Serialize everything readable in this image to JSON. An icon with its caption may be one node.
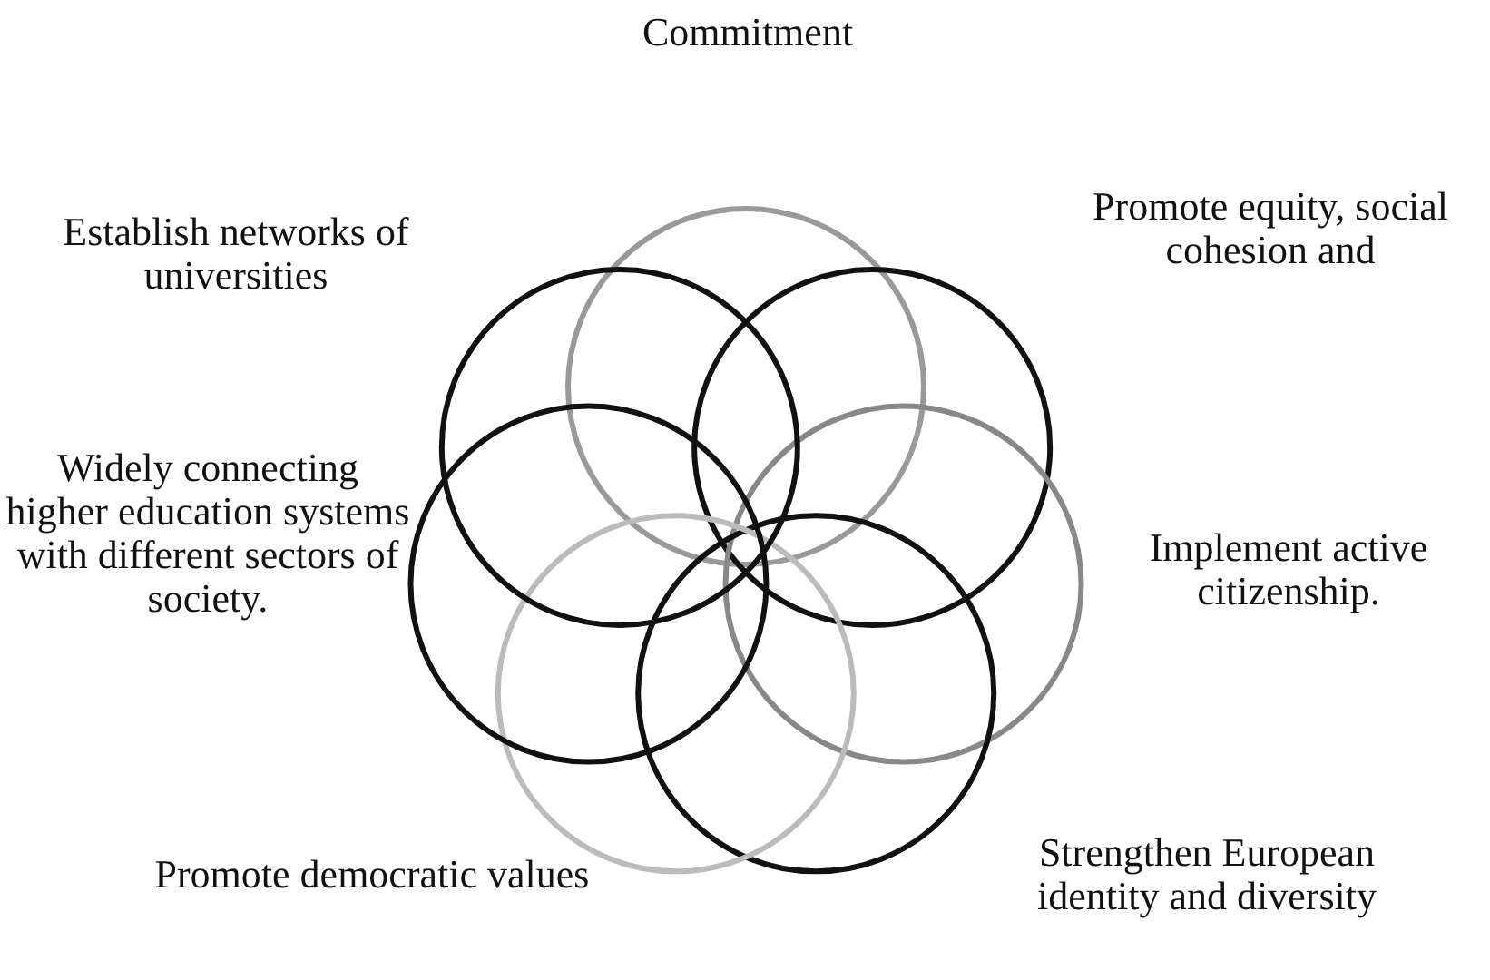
{
  "diagram": {
    "labels": [
      "Commitment",
      "Establish networks of universities",
      "Promote equity, social cohesion and",
      "Widely connecting higher education systems with different sectors of society.",
      "Implement active citizenship.",
      "Promote democratic values",
      "Strengthen European identity and diversity"
    ]
  }
}
